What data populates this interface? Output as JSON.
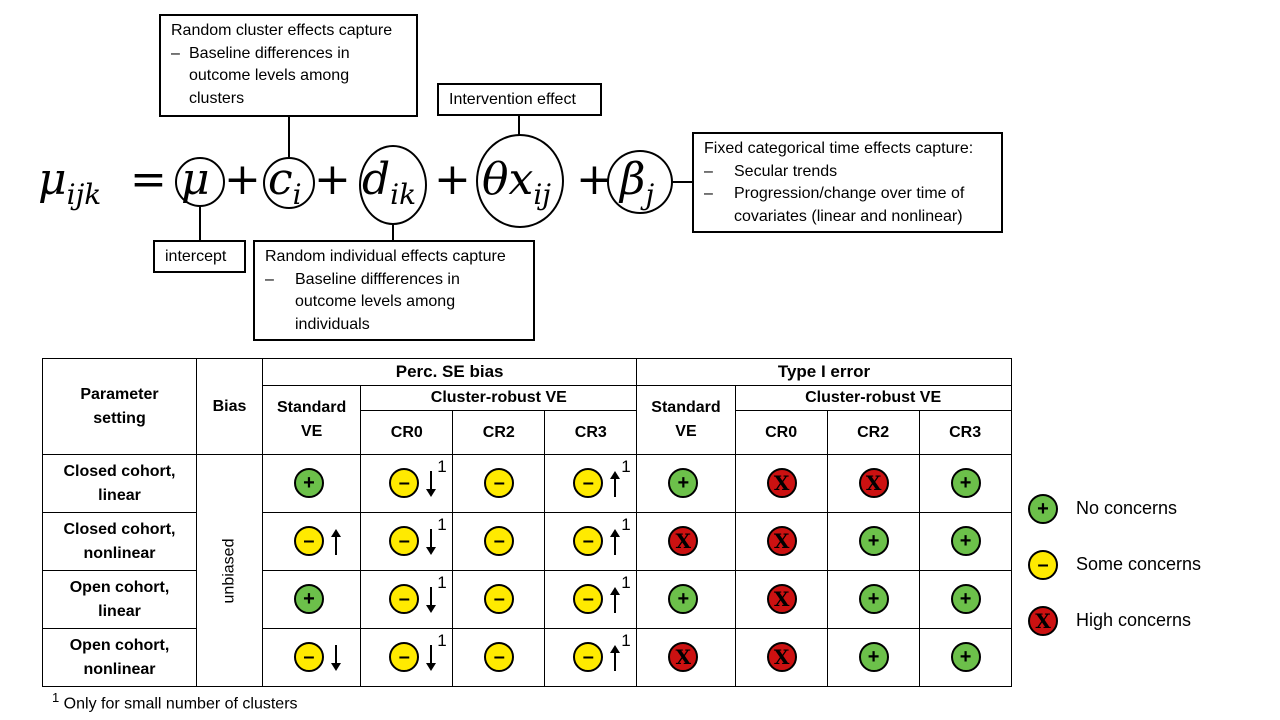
{
  "equation": {
    "lhs": "μ",
    "lhs_sub": "ijk",
    "equals": "=",
    "terms": [
      {
        "base": "μ",
        "sub": ""
      },
      {
        "base": "c",
        "sub": "i"
      },
      {
        "base": "d",
        "sub": "ik"
      },
      {
        "base": "θx",
        "sub": "ij"
      },
      {
        "base": "β",
        "sub": "j"
      }
    ],
    "plus": "+"
  },
  "callouts": {
    "cluster": {
      "title": "Random cluster effects capture",
      "bullets": [
        "Baseline differences in outcome levels among clusters"
      ]
    },
    "intervention": {
      "title": "Intervention effect"
    },
    "time": {
      "title": "Fixed categorical time effects capture:",
      "bullets": [
        "Secular trends",
        "Progression/change over time of covariates (linear and nonlinear)"
      ]
    },
    "intercept": {
      "title": "intercept"
    },
    "individual": {
      "title": "Random individual effects capture",
      "bullets": [
        "Baseline diffferences in outcome levels among individuals"
      ]
    },
    "dash": "–"
  },
  "table": {
    "h_param": "Parameter setting",
    "h_bias": "Bias",
    "h_perc": "Perc. SE bias",
    "h_type1": "Type I error",
    "h_std": "Standard VE",
    "h_crve": "Cluster-robust VE",
    "h_cr0": "CR0",
    "h_cr2": "CR2",
    "h_cr3": "CR3",
    "bias_value": "unbiased",
    "rows": [
      {
        "label": "Closed cohort, linear",
        "cells": [
          {
            "s": "ok"
          },
          {
            "s": "some",
            "arrow": "down",
            "sup": "1"
          },
          {
            "s": "some"
          },
          {
            "s": "some",
            "arrow": "up",
            "sup": "1"
          },
          {
            "s": "ok"
          },
          {
            "s": "high"
          },
          {
            "s": "high"
          },
          {
            "s": "ok"
          }
        ]
      },
      {
        "label": "Closed cohort, nonlinear",
        "cells": [
          {
            "s": "some",
            "arrow": "up"
          },
          {
            "s": "some",
            "arrow": "down",
            "sup": "1"
          },
          {
            "s": "some"
          },
          {
            "s": "some",
            "arrow": "up",
            "sup": "1"
          },
          {
            "s": "high"
          },
          {
            "s": "high"
          },
          {
            "s": "ok"
          },
          {
            "s": "ok"
          }
        ]
      },
      {
        "label": "Open cohort, linear",
        "cells": [
          {
            "s": "ok"
          },
          {
            "s": "some",
            "arrow": "down",
            "sup": "1"
          },
          {
            "s": "some"
          },
          {
            "s": "some",
            "arrow": "up",
            "sup": "1"
          },
          {
            "s": "ok"
          },
          {
            "s": "high"
          },
          {
            "s": "ok"
          },
          {
            "s": "ok"
          }
        ]
      },
      {
        "label": "Open cohort, nonlinear",
        "cells": [
          {
            "s": "some",
            "arrow": "down"
          },
          {
            "s": "some",
            "arrow": "down",
            "sup": "1"
          },
          {
            "s": "some"
          },
          {
            "s": "some",
            "arrow": "up",
            "sup": "1"
          },
          {
            "s": "high"
          },
          {
            "s": "high"
          },
          {
            "s": "ok"
          },
          {
            "s": "ok"
          }
        ]
      }
    ]
  },
  "symbols": {
    "ok": "+",
    "some": "–",
    "high": "X"
  },
  "legend": [
    {
      "key": "ok",
      "label": "No concerns"
    },
    {
      "key": "some",
      "label": "Some concerns"
    },
    {
      "key": "high",
      "label": "High concerns"
    }
  ],
  "colors": {
    "ok": "#6cc04a",
    "some": "#ffea00",
    "high": "#cc1111"
  },
  "footnote": {
    "mark": "1",
    "text": " Only for small number of clusters"
  }
}
